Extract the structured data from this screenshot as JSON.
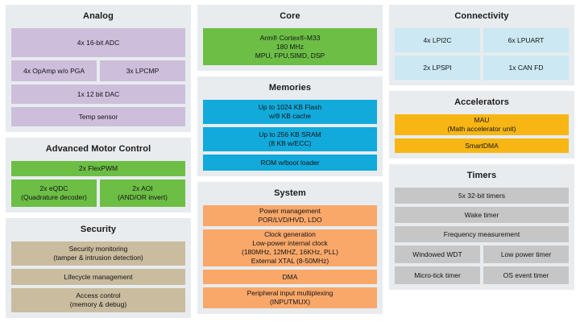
{
  "diagram": {
    "colors": {
      "panel_background": "#e8ecef",
      "page_background": "#ffffff",
      "analog": "#cdbedc",
      "motor_control": "#6cbe45",
      "security": "#c9bc9f",
      "core": "#6cbe45",
      "memories": "#11aadb",
      "system": "#f9a86a",
      "connectivity": "#cbe8f3",
      "accelerators": "#f7b614",
      "timers": "#c6c6c6"
    },
    "columns": [
      {
        "name": "left",
        "panels": [
          {
            "title": "Analog",
            "rows": [
              [
                "4x 16-bit ADC"
              ],
              [
                "4x OpAmp w/o PGA",
                "3x LPCMP"
              ],
              [
                "1x 12 bit DAC"
              ],
              [
                "Temp sensor"
              ]
            ]
          },
          {
            "title": "Advanced Motor Control",
            "rows": [
              [
                "2x FlexPWM"
              ],
              [
                "2x eQDC\n(Quadrature decoder)",
                "2x AOI\n(AND/OR invert)"
              ]
            ]
          },
          {
            "title": "Security",
            "rows": [
              [
                "Security monitoring\n(tamper & intrusion detection)"
              ],
              [
                "Lifecycle management"
              ],
              [
                "Access control\n(memory & debug)"
              ]
            ]
          }
        ]
      },
      {
        "name": "center",
        "panels": [
          {
            "title": "Core",
            "rows": [
              [
                "Arm® Cortex®-M33\n180 MHz\nMPU, FPU,SIMD, DSP"
              ]
            ]
          },
          {
            "title": "Memories",
            "rows": [
              [
                "Up to 1024 KB Flash\nw/8 KB cache"
              ],
              [
                "Up to 256 KB SRAM\n(8 KB w/ECC)"
              ],
              [
                "ROM w/boot loader"
              ]
            ]
          },
          {
            "title": "System",
            "rows": [
              [
                "Power management\nPOR/LVD/HVD, LDO"
              ],
              [
                "Clock generation\nLow-power internal clock\n(180MHz, 12MHZ, 16KHz, PLL)\nExternal XTAL (8-50MHz)"
              ],
              [
                "DMA"
              ],
              [
                "Peripheral input multiplexing\n(INPUTMUX)"
              ]
            ]
          }
        ]
      },
      {
        "name": "right",
        "panels": [
          {
            "title": "Connectivity",
            "rows": [
              [
                "4x LPI2C",
                "6x LPUART"
              ],
              [
                "2x LPSPI",
                "1x CAN FD"
              ]
            ]
          },
          {
            "title": "Accelerators",
            "rows": [
              [
                "MAU\n(Math accelerator unit)"
              ],
              [
                "SmartDMA"
              ]
            ]
          },
          {
            "title": "Timers",
            "rows": [
              [
                "5x 32-bit timers"
              ],
              [
                "Wake timer"
              ],
              [
                "Frequency measurement"
              ],
              [
                "Windowed WDT",
                "Low power timer"
              ],
              [
                "Micro-tick timer",
                "OS event timer"
              ]
            ]
          }
        ]
      }
    ]
  }
}
